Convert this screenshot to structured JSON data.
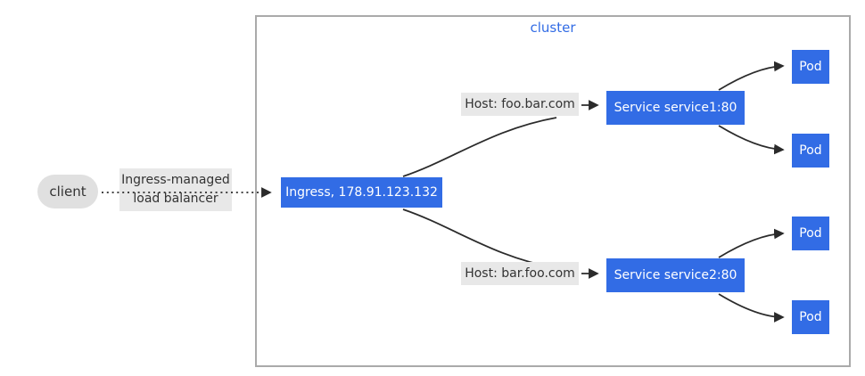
{
  "diagram": {
    "cluster": {
      "label": "cluster"
    },
    "client": {
      "label": "client"
    },
    "load_balancer_label": {
      "line1": "Ingress-managed",
      "line2": "load balancer"
    },
    "ingress": {
      "label": "Ingress, 178.91.123.132"
    },
    "routes": [
      {
        "host": "Host: foo.bar.com",
        "service": "Service service1:80"
      },
      {
        "host": "Host: bar.foo.com",
        "service": "Service service2:80"
      }
    ],
    "pods": [
      "Pod",
      "Pod",
      "Pod",
      "Pod"
    ],
    "colors": {
      "node_fill": "#326ce5",
      "node_text": "#ffffff",
      "edge_label_bg": "#e8e8e8",
      "client_fill": "#e0e0e0",
      "cluster_border": "#aaaaaa",
      "cluster_label_text": "#326ce5",
      "edge_stroke": "#2b2b2b",
      "label_text": "#333333"
    }
  }
}
